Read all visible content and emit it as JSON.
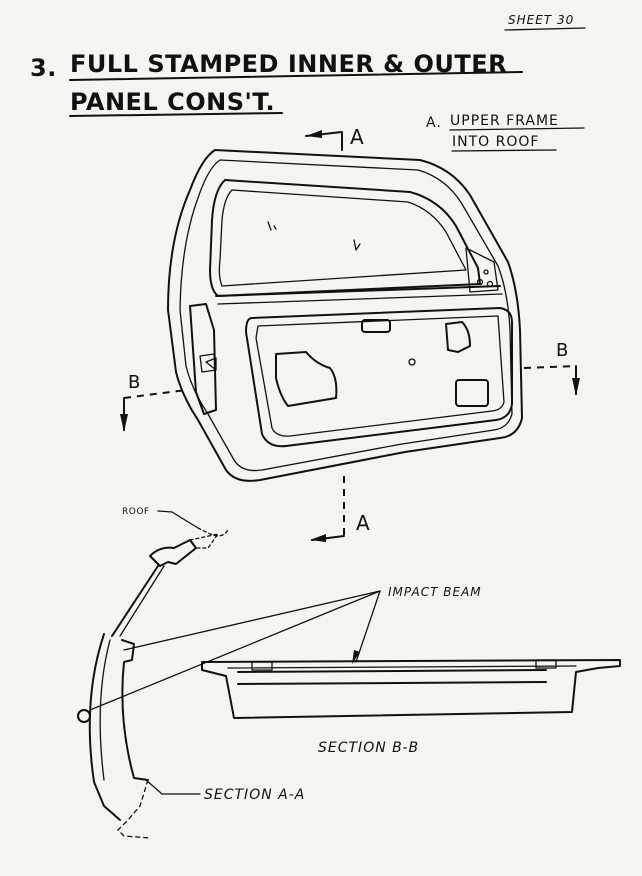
{
  "sheet_label": "SHEET 30",
  "title_number": "3.",
  "title_line1": "FULL STAMPED INNER & OUTER",
  "title_line2": "PANEL CONS'T.",
  "note_letter": "A.",
  "note_line1": "UPPER FRAME",
  "note_line2": "INTO ROOF",
  "section_markers": {
    "a_top": "A",
    "a_bottom": "A",
    "b_left": "B",
    "b_right": "B"
  },
  "callouts": {
    "roof": "ROOF",
    "impact_beam": "IMPACT BEAM",
    "section_bb": "SECTION B-B",
    "section_aa": "SECTION A-A"
  }
}
